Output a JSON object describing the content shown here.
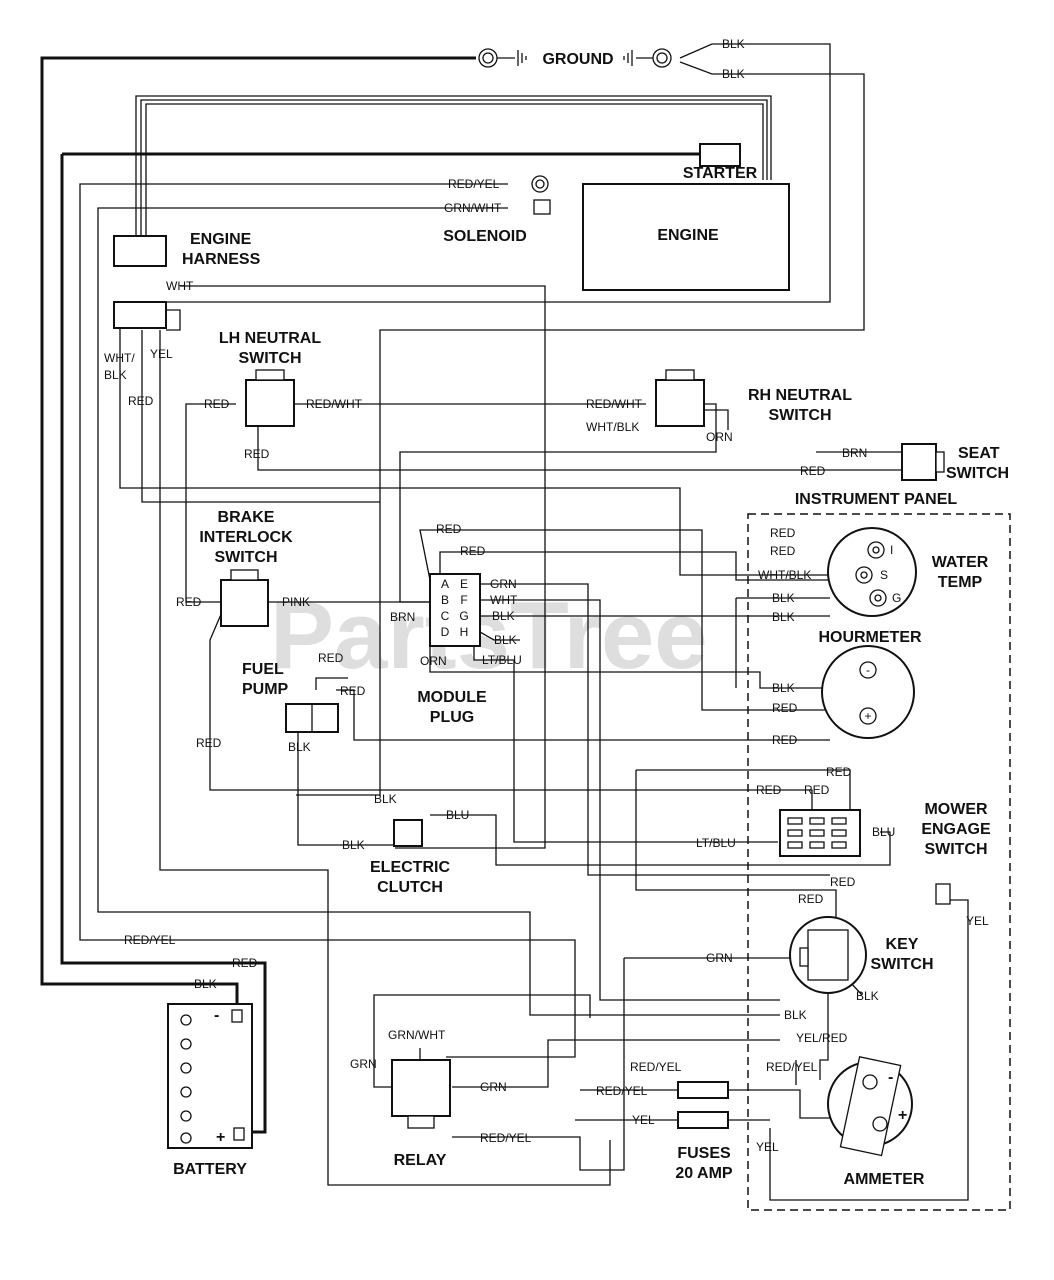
{
  "components": {
    "ground": "GROUND",
    "starter": "STARTER",
    "engine": "ENGINE",
    "engine_harness": [
      "ENGINE",
      "HARNESS"
    ],
    "solenoid": "SOLENOID",
    "lh_neutral_switch": [
      "LH NEUTRAL",
      "SWITCH"
    ],
    "rh_neutral_switch": [
      "RH NEUTRAL",
      "SWITCH"
    ],
    "seat_switch": [
      "SEAT",
      "SWITCH"
    ],
    "instrument_panel": "INSTRUMENT PANEL",
    "water_temp": [
      "WATER",
      "TEMP"
    ],
    "hourmeter": "HOURMETER",
    "brake_interlock_switch": [
      "BRAKE",
      "INTERLOCK",
      "SWITCH"
    ],
    "fuel_pump": [
      "FUEL",
      "PUMP"
    ],
    "module_plug": [
      "MODULE",
      "PLUG"
    ],
    "mower_engage_switch": [
      "MOWER",
      "ENGAGE",
      "SWITCH"
    ],
    "electric_clutch": [
      "ELECTRIC",
      "CLUTCH"
    ],
    "key_switch": [
      "KEY",
      "SWITCH"
    ],
    "battery": "BATTERY",
    "relay": "RELAY",
    "fuses": [
      "FUSES",
      "20 AMP"
    ],
    "ammeter": "AMMETER"
  },
  "terminals": {
    "water_temp": [
      "I",
      "S",
      "G"
    ],
    "module_plug_left": [
      "A",
      "B",
      "C",
      "D"
    ],
    "module_plug_right": [
      "E",
      "F",
      "G",
      "H"
    ],
    "battery_neg": "-",
    "battery_pos": "+",
    "hourmeter_neg": "-",
    "hourmeter_pos": "+",
    "ammeter_neg": "-",
    "ammeter_pos": "+"
  },
  "wire_labels": {
    "gnd_blk_1": "BLK",
    "gnd_blk_2": "BLK",
    "sol_red_yel": "RED/YEL",
    "sol_grn_wht": "GRN/WHT",
    "harness_wht": "WHT",
    "harness_wht_blk": "WHT/\nBLK",
    "harness_yel": "YEL",
    "harness_red": "RED",
    "lh_red": "RED",
    "lh_red_wht": "RED/WHT",
    "lh_red_bottom": "RED",
    "rh_red_wht": "RED/WHT",
    "rh_wht_blk": "WHT/BLK",
    "rh_orn": "ORN",
    "seat_brn": "BRN",
    "seat_red": "RED",
    "brake_red": "RED",
    "brake_pink": "PINK",
    "brake_red_lower": "RED",
    "mp_red_1": "RED",
    "mp_red_2": "RED",
    "mp_brn": "BRN",
    "mp_orn": "ORN",
    "mp_grn": "GRN",
    "mp_wht": "WHT",
    "mp_blk_1": "BLK",
    "mp_blk_2": "BLK",
    "mp_lt_blu": "LT/BLU",
    "fp_red_1": "RED",
    "fp_red_2": "RED",
    "fp_blk": "BLK",
    "wt_red_1": "RED",
    "wt_red_2": "RED",
    "wt_wht_blk": "WHT/BLK",
    "wt_blk_1": "BLK",
    "wt_blk_2": "BLK",
    "hm_blk": "BLK",
    "hm_red_1": "RED",
    "hm_red_2": "RED",
    "me_red_1": "RED",
    "me_red_2": "RED",
    "me_red_3": "RED",
    "me_blu": "BLU",
    "me_lt_blu": "LT/BLU",
    "ec_blk_1": "BLK",
    "ec_blk_2": "BLK",
    "ec_blu": "BLU",
    "ks_red_1": "RED",
    "ks_red_2": "RED",
    "ks_grn": "GRN",
    "ks_blk_1": "BLK",
    "ks_blk_2": "BLK",
    "ks_yel": "YEL",
    "ks_yel_red": "YEL/RED",
    "bat_red_yel": "RED/YEL",
    "bat_red": "RED",
    "bat_blk": "BLK",
    "rl_grn_wht": "GRN/WHT",
    "rl_grn_1": "GRN",
    "rl_grn_2": "GRN",
    "rl_red_yel": "RED/YEL",
    "fu_red_yel_1": "RED/YEL",
    "fu_red_yel_2": "RED/YEL",
    "fu_red_yel_3": "RED/YEL",
    "fu_yel_1": "YEL",
    "fu_yel_2": "YEL"
  },
  "watermark": "PartsTree"
}
